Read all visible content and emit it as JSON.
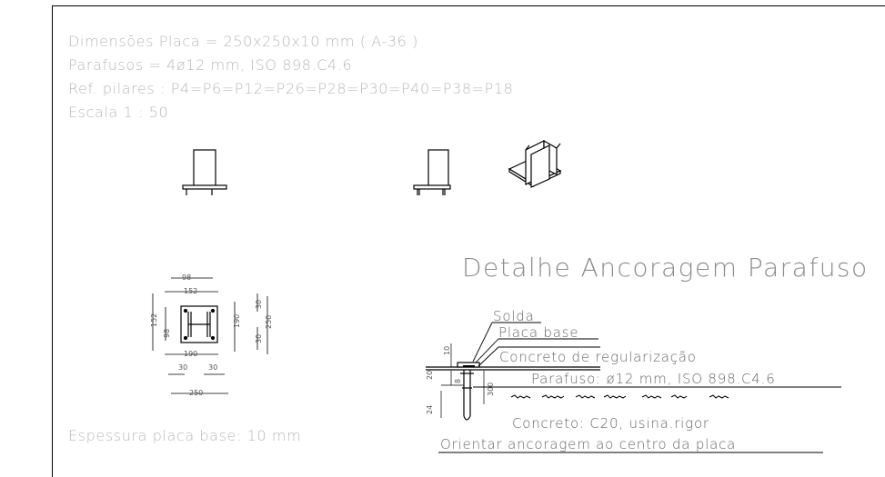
{
  "notes": {
    "dimensions": "Dimensões Placa = 250x250x10 mm ( A-36 )",
    "bolts": "Parafusos = 4ø12 mm, ISO 898.C4.6",
    "pillars": "Ref. pilares : P4=P6=P12=P26=P28=P30=P40=P38=P18",
    "scale": "Escala 1 : 50",
    "thickness": "Espessura placa base: 10 mm"
  },
  "detail": {
    "title": "Detalhe Ancoragem Parafuso",
    "solda": "Solda",
    "placa_base": "Placa base",
    "concreto_reg": "Concreto de regularização",
    "parafuso": "Parafuso: ø12 mm, ISO 898.C4.6",
    "concreto": "Concreto: C20, usina.rigor",
    "orientar": "Orientar ancoragem ao centro da placa",
    "dims": {
      "d10": "10",
      "d20": "20",
      "d24": "24",
      "d300": "300",
      "d8": "8"
    }
  },
  "plan": {
    "dims": {
      "top98": "98",
      "top152": "152",
      "bot190": "190",
      "bot30a": "30",
      "bot30b": "30",
      "bot250": "250",
      "left152": "152",
      "left98": "98",
      "right190": "190",
      "right30a": "30",
      "right30b": "30",
      "right250": "250"
    }
  }
}
